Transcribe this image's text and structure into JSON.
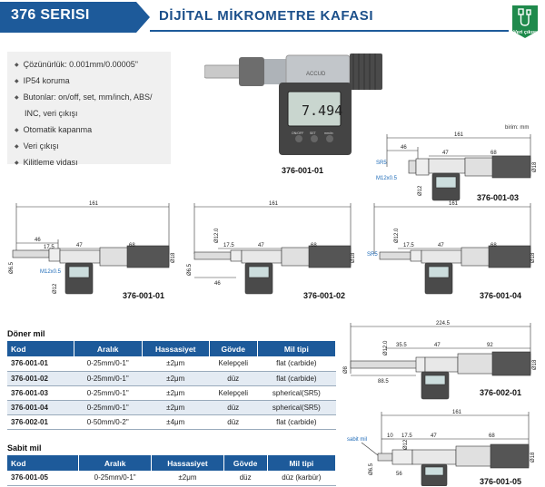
{
  "header": {
    "series": "376 SERISI",
    "title": "DİJİTAL MİKROMETRE KAFASI",
    "badge_label": "Veri çıkışı",
    "badge_icon": "usb-cable-icon"
  },
  "features": [
    "Çözünürlük: 0.001mm/0.00005\"",
    "IP54 koruma",
    "Butonlar: on/off, set, mm/inch, ABS/",
    "INC, veri çıkışı",
    "Otomatik kapanma",
    "Veri çıkışı",
    "Kilitleme vidası"
  ],
  "photo": {
    "caption": "376-001-01",
    "display": "7.494",
    "brand": "ACCUD",
    "btn1": "ON/OFF",
    "btn2": "SET",
    "btn3": "mm/in"
  },
  "unit_note": "birim: mm",
  "drawings": [
    {
      "caption": "376-001-03",
      "d161": "161",
      "d46": "46",
      "d47": "47",
      "d68": "68",
      "sr": "SR5",
      "m": "M12x0.5",
      "d18": "Ø18",
      "d12": "Ø12"
    },
    {
      "caption": "376-001-01",
      "d161": "161",
      "d46": "46",
      "d175": "17.5",
      "d47": "47",
      "d68": "68",
      "m": "M12x0.5",
      "d65": "Ø6.5",
      "d18": "Ø18",
      "d12": "Ø12"
    },
    {
      "caption": "376-001-02",
      "d161": "161",
      "d175": "17.5",
      "d47": "47",
      "d68": "68",
      "d46": "46",
      "d65": "Ø6.5",
      "d18": "Ø18",
      "d12": "Ø12.0"
    },
    {
      "caption": "376-001-04",
      "d161": "161",
      "d175": "17.5",
      "d47": "47",
      "d68": "68",
      "sr": "SR5",
      "d18": "Ø18",
      "d12": "Ø12.0"
    },
    {
      "caption": "376-002-01",
      "d2245": "224.5",
      "d355": "35.5",
      "d47": "47",
      "d92": "92",
      "d885": "88.5",
      "d8": "Ø8",
      "d18": "Ø18",
      "d12": "Ø12.0"
    },
    {
      "caption": "376-001-05",
      "d161": "161",
      "d10": "10",
      "d175": "17.5",
      "d47": "47",
      "d68": "68",
      "d56": "56",
      "sabit": "sabit mil",
      "d65": "Ø6.5",
      "d18": "Ø18",
      "d12": "Ø12"
    }
  ],
  "table1": {
    "title": "Döner mil",
    "headers": [
      "Kod",
      "Aralık",
      "Hassasiyet",
      "Gövde",
      "Mil tipi"
    ],
    "rows": [
      [
        "376-001-01",
        "0-25mm/0-1\"",
        "±2μm",
        "Kelepçeli",
        "flat (carbide)"
      ],
      [
        "376-001-02",
        "0-25mm/0-1\"",
        "±2μm",
        "düz",
        "flat (carbide)"
      ],
      [
        "376-001-03",
        "0-25mm/0-1\"",
        "±2μm",
        "Kelepçeli",
        "spherical(SR5)"
      ],
      [
        "376-001-04",
        "0-25mm/0-1\"",
        "±2μm",
        "düz",
        "spherical(SR5)"
      ],
      [
        "376-002-01",
        "0-50mm/0-2\"",
        "±4μm",
        "düz",
        "flat (carbide)"
      ]
    ]
  },
  "table2": {
    "title": "Sabit mil",
    "headers": [
      "Kod",
      "Aralık",
      "Hassasiyet",
      "Gövde",
      "Mil tipi"
    ],
    "rows": [
      [
        "376-001-05",
        "0-25mm/0-1\"",
        "±2μm",
        "düz",
        "düz (karbür)"
      ]
    ]
  },
  "colors": {
    "primary": "#1d5a9a",
    "badge": "#1f8a4c"
  }
}
